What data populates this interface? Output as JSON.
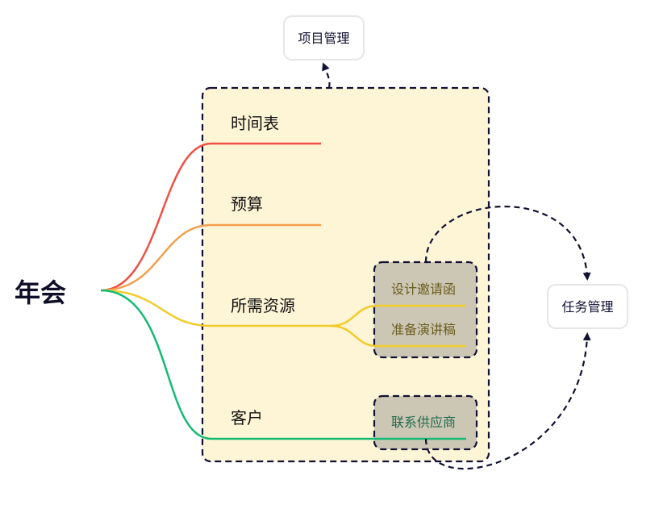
{
  "root": {
    "label": "年会",
    "color": "#0f0f2a"
  },
  "branches": [
    {
      "label": "时间表",
      "color": "#ef5144"
    },
    {
      "label": "预算",
      "color": "#f3a04e"
    },
    {
      "label": "所需资源",
      "color": "#f2cb2a",
      "children": [
        {
          "label": "设计邀请函"
        },
        {
          "label": "准备演讲稿"
        }
      ]
    },
    {
      "label": "客户",
      "color": "#16ba74",
      "children": [
        {
          "label": "联系供应商"
        }
      ]
    }
  ],
  "boundary_group": {
    "fill": "#fef5d6",
    "stroke": "#111133"
  },
  "sub_groups": [
    {
      "members": [
        "设计邀请函",
        "准备演讲稿"
      ],
      "fill": "#ccc6b4",
      "text_color": "#6b5d1e"
    },
    {
      "members": [
        "联系供应商"
      ],
      "fill": "#ccc6b4",
      "text_color": "#1f6b4e"
    }
  ],
  "callouts": [
    {
      "label": "项目管理"
    },
    {
      "label": "任务管理"
    }
  ],
  "relationships": [
    {
      "from": "boundary",
      "to": "项目管理",
      "style": "dashed-arrow"
    },
    {
      "from": "设计邀请函 / 准备演讲稿 group",
      "to": "任务管理",
      "style": "dashed-arrow"
    },
    {
      "from": "联系供应商 group",
      "to": "任务管理",
      "style": "dashed-arrow"
    }
  ]
}
